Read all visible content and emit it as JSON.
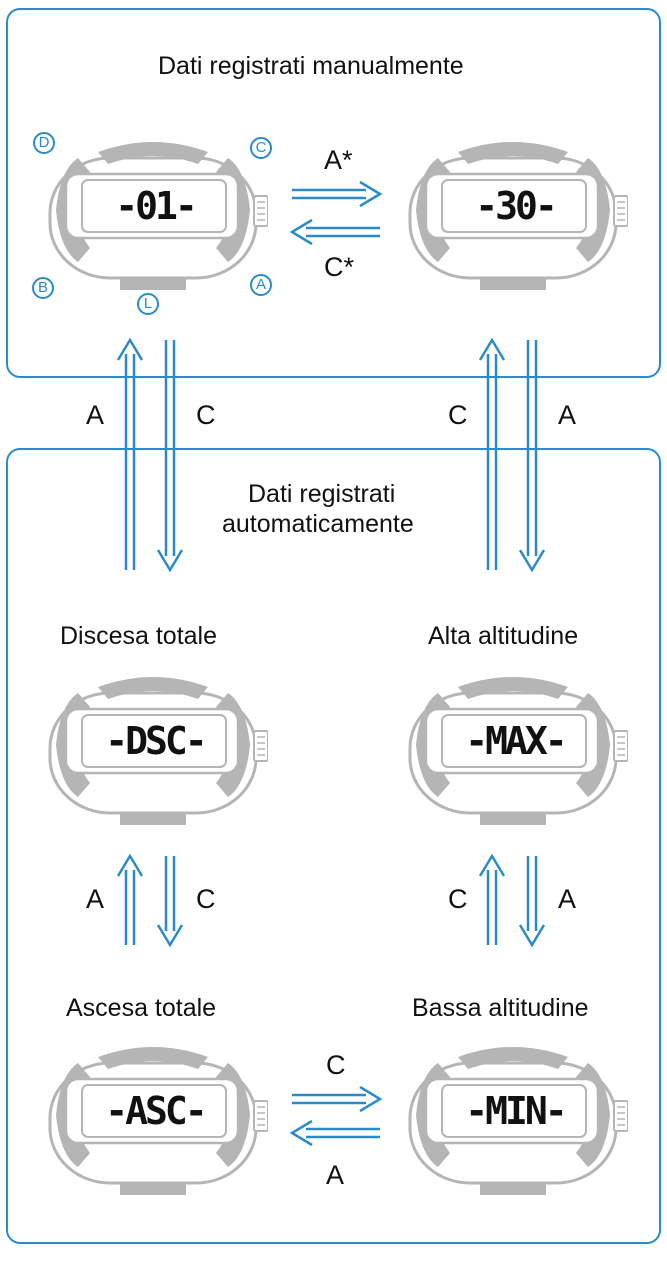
{
  "manual_section": {
    "title": "Dati registrati manualmente",
    "screen_left": "-01-",
    "screen_right": "-30-",
    "arrow_right_key": "A*",
    "arrow_left_key": "C*",
    "buttons": {
      "d": "D",
      "c": "C",
      "b": "B",
      "a": "A",
      "l": "L"
    }
  },
  "links": {
    "left_up_key": "A",
    "left_down_key": "C",
    "right_up_key": "C",
    "right_down_key": "A"
  },
  "auto_section": {
    "title_line1": "Dati registrati",
    "title_line2": "automaticamente",
    "total_descent": {
      "label": "Discesa totale",
      "screen": "-DSC-"
    },
    "high_altitude": {
      "label": "Alta altitudine",
      "screen": "-MAX-"
    },
    "total_ascent": {
      "label": "Ascesa totale",
      "screen": "-ASC-"
    },
    "low_altitude": {
      "label": "Bassa altitudine",
      "screen": "-MIN-"
    },
    "mid_left_up_key": "A",
    "mid_left_down_key": "C",
    "mid_right_up_key": "C",
    "mid_right_down_key": "A",
    "bottom_right_key": "C",
    "bottom_left_key": "A"
  },
  "colors": {
    "accent": "#2b8bc8",
    "watch_gray": "#b5b5b5",
    "text": "#111111"
  }
}
